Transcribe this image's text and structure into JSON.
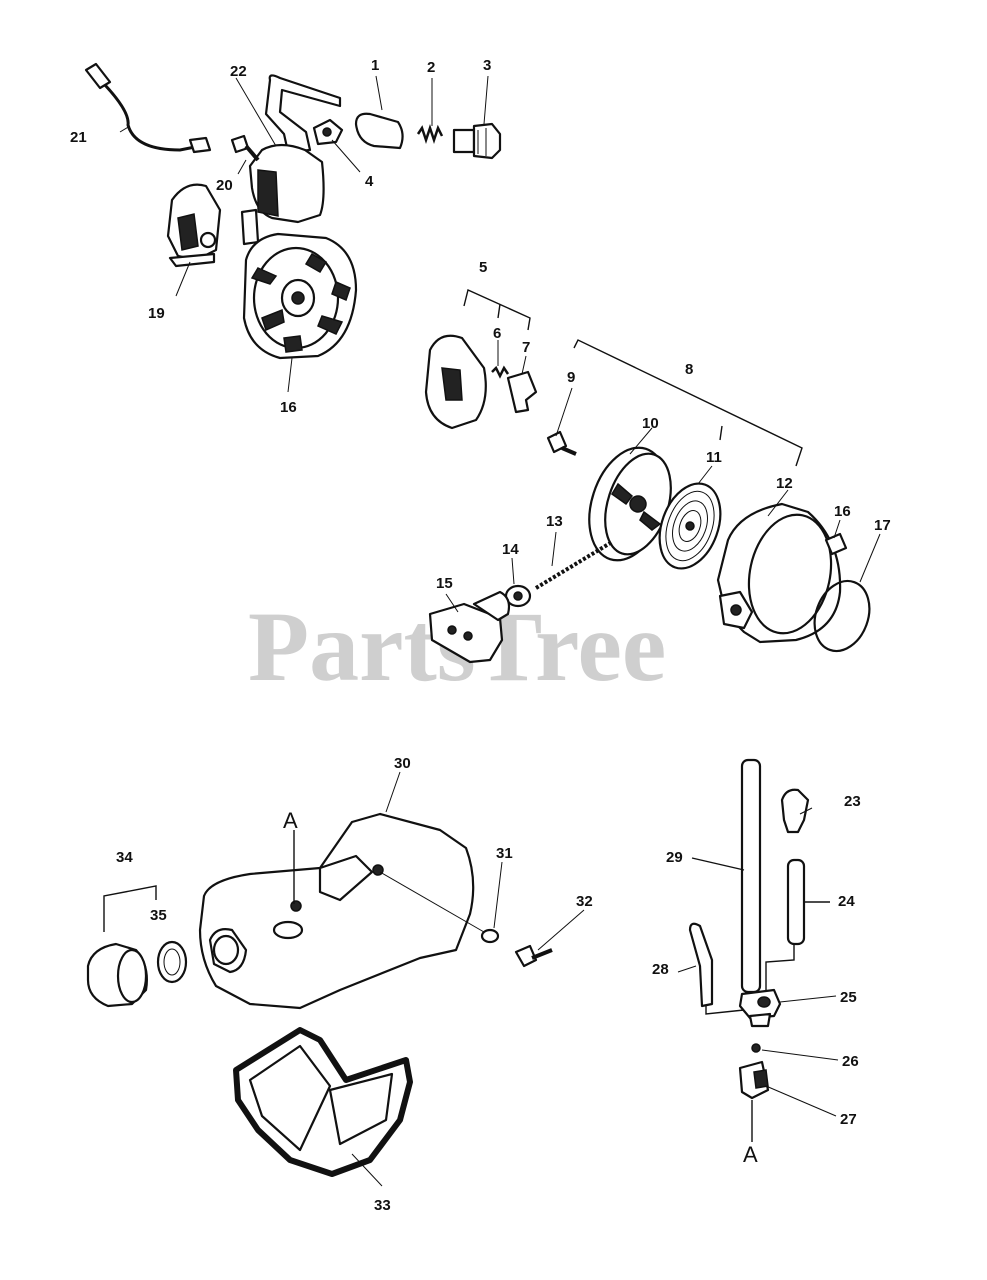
{
  "watermark": "PartsTree",
  "marker_a": "A",
  "labels": {
    "p1": "1",
    "p2": "2",
    "p3": "3",
    "p4": "4",
    "p5": "5",
    "p6": "6",
    "p7": "7",
    "p8": "8",
    "p9": "9",
    "p10": "10",
    "p11": "11",
    "p12": "12",
    "p13": "13",
    "p14": "14",
    "p15": "15",
    "p16a": "16",
    "p16b": "16",
    "p17": "17",
    "p19": "19",
    "p20": "20",
    "p21": "21",
    "p22": "22",
    "p23": "23",
    "p24": "24",
    "p25": "25",
    "p26": "26",
    "p27": "27",
    "p28": "28",
    "p29": "29",
    "p30": "30",
    "p31": "31",
    "p32": "32",
    "p33": "33",
    "p34": "34",
    "p35": "35"
  }
}
